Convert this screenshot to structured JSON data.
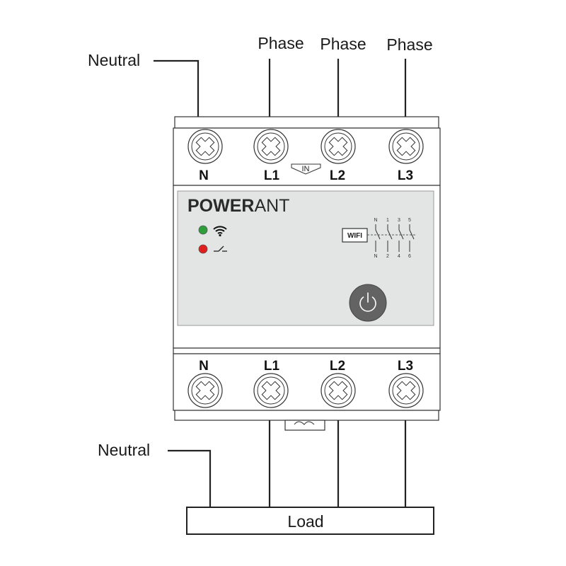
{
  "labels": {
    "neutral_in": "Neutral",
    "phase_1": "Phase",
    "phase_2": "Phase",
    "phase_3": "Phase",
    "neutral_out": "Neutral",
    "load": "Load"
  },
  "top_terminals": [
    "N",
    "L1",
    "L2",
    "L3"
  ],
  "bottom_terminals": [
    "N",
    "L1",
    "L2",
    "L3"
  ],
  "in_arrow_label": "IN",
  "brand": {
    "bold": "POWER",
    "light": "ANT"
  },
  "wifi_box_label": "WIFI",
  "contact_numbers_top": [
    "N",
    "1",
    "3",
    "5"
  ],
  "contact_numbers_bottom": [
    "N",
    "2",
    "4",
    "6"
  ],
  "indicators": [
    {
      "name": "wifi-status-led",
      "color": "#2e9e3a",
      "icon": "wifi-icon"
    },
    {
      "name": "switch-status-led",
      "color": "#e01e1e",
      "icon": "switch-symbol-icon"
    }
  ],
  "colors": {
    "panel": "#e3e4e4",
    "power_button": "#636363"
  }
}
